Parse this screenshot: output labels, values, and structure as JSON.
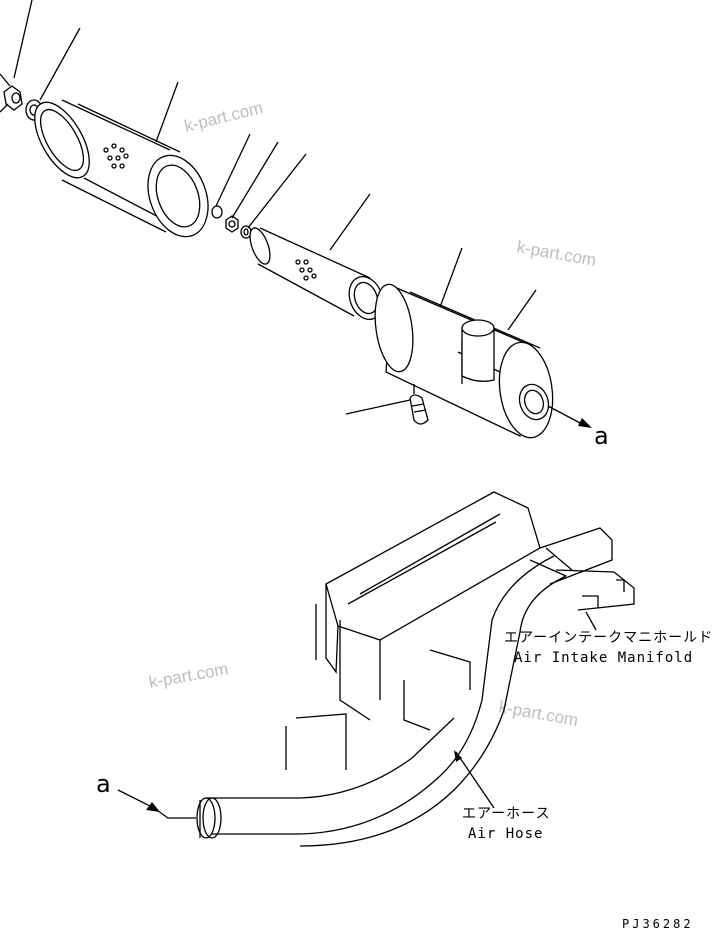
{
  "labels": {
    "manifold_jp": "エアーインテークマニホールド",
    "manifold_en": "Air Intake Manifold",
    "hose_jp": "エアーホース",
    "hose_en": "Air Hose",
    "ref_a_top": "a",
    "ref_a_bottom": "a"
  },
  "watermark": "k-part.com",
  "drawing_code": "PJ36282"
}
